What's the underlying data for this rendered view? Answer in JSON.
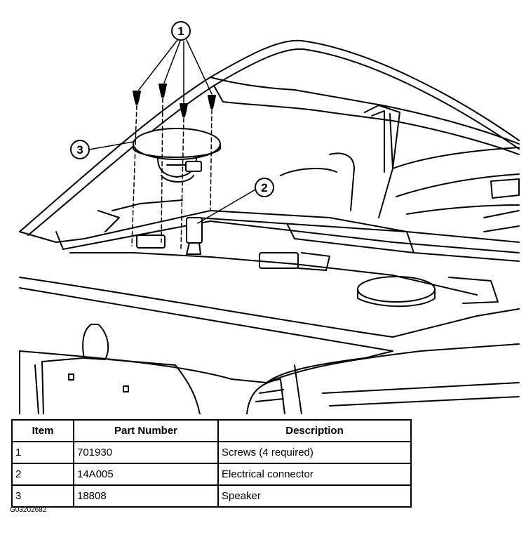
{
  "callouts": [
    {
      "number": "1"
    },
    {
      "number": "2"
    },
    {
      "number": "3"
    }
  ],
  "table": {
    "headers": {
      "item": "Item",
      "part_number": "Part Number",
      "description": "Description"
    },
    "rows": [
      {
        "item": "1",
        "part_number": "701930",
        "description": "Screws (4 required)"
      },
      {
        "item": "2",
        "part_number": "14A005",
        "description": "Electrical connector"
      },
      {
        "item": "3",
        "part_number": "18808",
        "description": "Speaker"
      }
    ]
  },
  "figure_id": "G03202682"
}
